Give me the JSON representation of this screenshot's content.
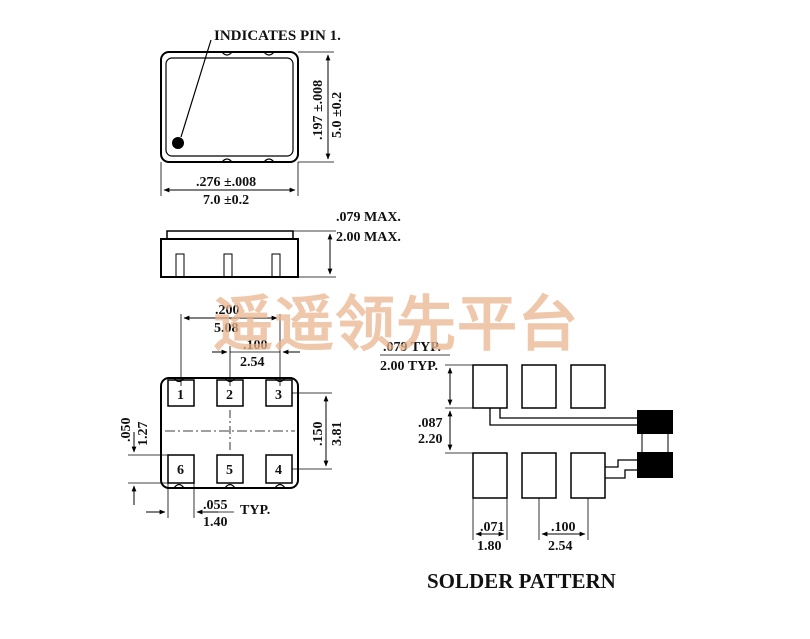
{
  "top_view": {
    "pin1_label": "INDICATES PIN 1.",
    "height_in": ".197 ±.008",
    "height_mm": "5.0 ±0.2",
    "width_in": ".276 ±.008",
    "width_mm": "7.0 ±0.2"
  },
  "side_view": {
    "height_in": ".079 MAX.",
    "height_mm": "2.00 MAX."
  },
  "bottom_view": {
    "pitch_outer_in": ".200",
    "pitch_outer_mm": "5.08",
    "pitch_in": ".100",
    "pitch_mm": "2.54",
    "row_in": ".150",
    "row_mm": "3.81",
    "pad_h_in": ".050",
    "pad_h_mm": "1.27",
    "pad_w_in": ".055",
    "pad_w_mm": "1.40",
    "pad_w_suffix": "TYP.",
    "pins": [
      "1",
      "2",
      "3",
      "6",
      "5",
      "4"
    ]
  },
  "solder_pattern": {
    "title": "SOLDER PATTERN",
    "pad_h_in": ".079 TYP.",
    "pad_h_mm": "2.00 TYP.",
    "gap_in": ".087",
    "gap_mm": "2.20",
    "pad_w_in": ".071",
    "pad_w_mm": "1.80",
    "pitch_in": ".100",
    "pitch_mm": "2.54"
  },
  "watermark": "遥遥领先平台",
  "colors": {
    "line": "#000000",
    "watermark": "#e9b48f",
    "background": "#ffffff"
  }
}
